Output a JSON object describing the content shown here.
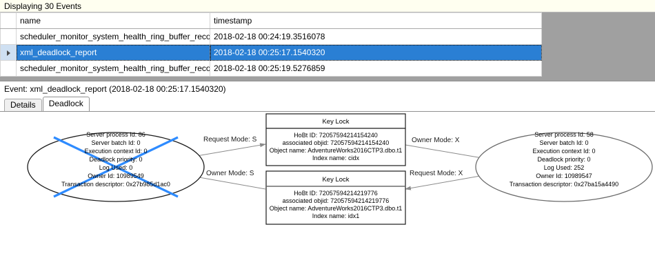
{
  "banner": {
    "text": "Displaying 30 Events"
  },
  "grid": {
    "columns": [
      "",
      "name",
      "timestamp"
    ],
    "rows": [
      {
        "marker": "",
        "name": "scheduler_monitor_system_health_ring_buffer_recorded",
        "timestamp": "2018-02-18 00:24:19.3516078",
        "selected": false
      },
      {
        "marker": "▶",
        "name": "xml_deadlock_report",
        "timestamp": "2018-02-18 00:25:17.1540320",
        "selected": true
      },
      {
        "marker": "",
        "name": "scheduler_monitor_system_health_ring_buffer_recorded",
        "timestamp": "2018-02-18 00:25:19.5276859",
        "selected": false
      }
    ]
  },
  "event_header": {
    "text": "Event: xml_deadlock_report (2018-02-18 00:25:17.1540320)"
  },
  "tabs": [
    {
      "label": "Details",
      "active": false
    },
    {
      "label": "Deadlock",
      "active": true
    }
  ],
  "colors": {
    "selection_blue": "#2a7fd4",
    "victim_cross": "#2e8bff",
    "banner_yellow": "#fffff0",
    "grid_background_gray": "#a0a0a0",
    "node_outline_dark": "#1a1a1a",
    "node_outline_gray": "#6b6b6b",
    "edge_gray": "#8a8a8a"
  },
  "deadlock_graph": {
    "victim_process_label": "victim-process-crossed-out",
    "processes": [
      {
        "id": "process-left",
        "is_victim": true,
        "lines": [
          "Server process Id: 86",
          "Server batch Id: 0",
          "Execution context Id: 0",
          "Deadlock priority: 0",
          "Log Used: 0",
          "Owner Id: 10989549",
          "Transaction descriptor: 0x27b985d1ac0"
        ]
      },
      {
        "id": "process-right",
        "is_victim": false,
        "lines": [
          "Server process Id: 58",
          "Server batch Id: 0",
          "Execution context Id: 0",
          "Deadlock priority: 0",
          "Log Used: 252",
          "Owner Id: 10989547",
          "Transaction descriptor: 0x27ba15a4490"
        ]
      }
    ],
    "resources": [
      {
        "id": "key-lock-top",
        "title": "Key Lock",
        "lines": [
          "HoBt ID: 72057594214154240",
          "associated objid: 72057594214154240",
          "Object name: AdventureWorks2016CTP3.dbo.t1",
          "Index name: cidx"
        ]
      },
      {
        "id": "key-lock-bottom",
        "title": "Key Lock",
        "lines": [
          "HoBt ID: 72057594214219776",
          "associated objid: 72057594214219776",
          "Object name: AdventureWorks2016CTP3.dbo.t1",
          "Index name: idx1"
        ]
      }
    ],
    "edges": [
      {
        "id": "edge-left-request",
        "label": "Request Mode: S",
        "from": "process-left",
        "to": "key-lock-top"
      },
      {
        "id": "edge-right-owner",
        "label": "Owner Mode: X",
        "from": "key-lock-top",
        "to": "process-right"
      },
      {
        "id": "edge-left-owner",
        "label": "Owner Mode: S",
        "from": "key-lock-bottom",
        "to": "process-left"
      },
      {
        "id": "edge-right-request",
        "label": "Request Mode: X",
        "from": "process-right",
        "to": "key-lock-bottom"
      }
    ]
  }
}
